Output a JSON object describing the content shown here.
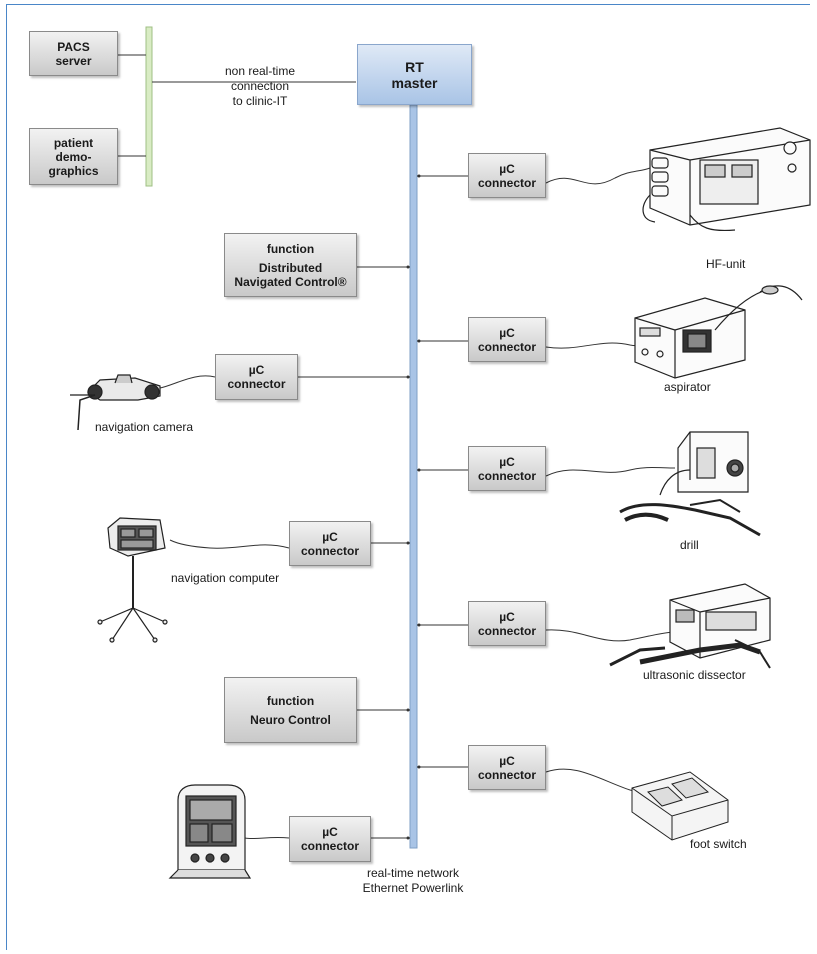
{
  "rt_master": {
    "line1": "RT",
    "line2": "master"
  },
  "pacs": {
    "line1": "PACS",
    "line2": "server"
  },
  "patient": {
    "line1": "patient",
    "line2": "demo-",
    "line3": "graphics"
  },
  "clinic_link": {
    "line1": "non real-time",
    "line2": "connection",
    "line3": "to clinic-IT"
  },
  "connector": {
    "line1": "µC",
    "line2": "connector"
  },
  "function_dnc": {
    "line1": "function",
    "line2": "Distributed",
    "line3": "Navigated Control®"
  },
  "function_nc": {
    "line1": "function",
    "line2": "Neuro Control"
  },
  "devices": {
    "hf_unit": "HF-unit",
    "aspirator": "aspirator",
    "drill": "drill",
    "ultrasonic": "ultrasonic dissector",
    "foot_switch": "foot switch",
    "nav_camera": "navigation camera",
    "nav_computer": "navigation computer"
  },
  "network": {
    "line1": "real-time network",
    "line2": "Ethernet Powerlink"
  },
  "colors": {
    "frame": "#4a86c8",
    "bus": "#a9c4e6",
    "lan_bar": "#d9ecc4",
    "box": "#d6d6d6"
  }
}
